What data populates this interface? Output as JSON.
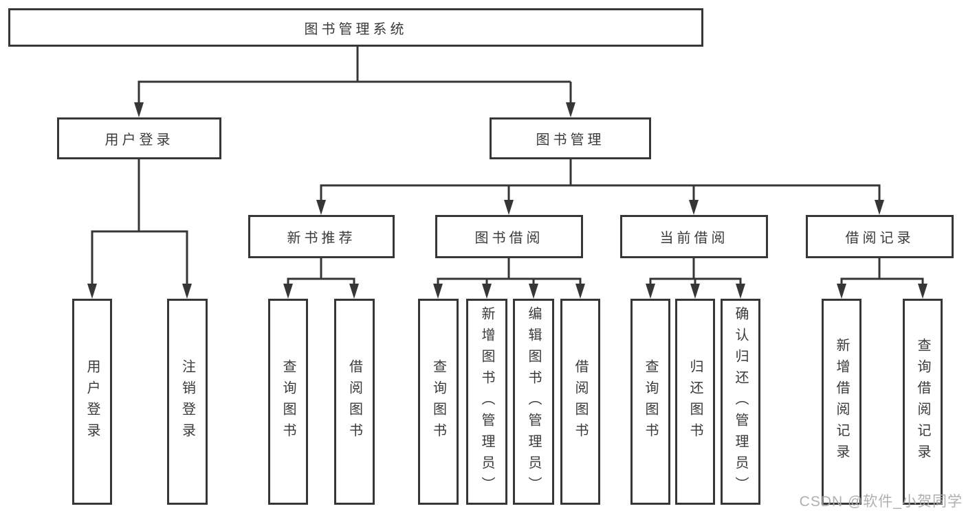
{
  "diagram": {
    "tree": {
      "label": "图书管理系统",
      "children": [
        {
          "label": "用户登录",
          "children": [
            {
              "label": "用户登录"
            },
            {
              "label": "注销登录"
            }
          ]
        },
        {
          "label": "图书管理",
          "children": [
            {
              "label": "新书推荐",
              "children": [
                {
                  "label": "查询图书"
                },
                {
                  "label": "借阅图书"
                }
              ]
            },
            {
              "label": "图书借阅",
              "children": [
                {
                  "label": "查询图书"
                },
                {
                  "label": "新增图书（管理员）"
                },
                {
                  "label": "编辑图书（管理员）"
                },
                {
                  "label": "借阅图书"
                }
              ]
            },
            {
              "label": "当前借阅",
              "children": [
                {
                  "label": "查询图书"
                },
                {
                  "label": "归还图书"
                },
                {
                  "label": "确认归还（管理员）"
                }
              ]
            },
            {
              "label": "借阅记录",
              "children": [
                {
                  "label": "新增借阅记录"
                },
                {
                  "label": "查询借阅记录"
                }
              ]
            }
          ]
        }
      ]
    },
    "watermark": "CSDN @软件_小贺同学",
    "colors": {
      "line": "#363636",
      "text": "#3a3a3a",
      "watermark": "#a8a8a8",
      "background": "#ffffff"
    }
  }
}
